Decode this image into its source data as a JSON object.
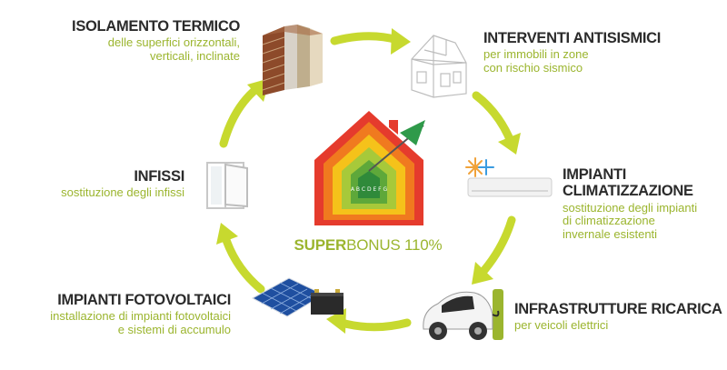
{
  "colors": {
    "accent": "#9bb52e",
    "arrow": "#c7d92f",
    "title": "#2b2b2b"
  },
  "center": {
    "super": "SUPER",
    "rest": "BONUS 110%",
    "energy_letters": "A B C D E F G",
    "icon": "energy-class-house-with-dart"
  },
  "items": {
    "isolamento": {
      "title": "ISOLAMENTO TERMICO",
      "lines": [
        "delle superfici orizzontali,",
        "verticali, inclinate"
      ],
      "icon": "wall-insulation-layers-icon"
    },
    "antisismici": {
      "title": "INTERVENTI ANTISISMICI",
      "lines": [
        "per immobili in zone",
        "con rischio sismico"
      ],
      "icon": "house-wireframe-icon"
    },
    "climatizzazione": {
      "title_lines": [
        "IMPIANTI",
        "CLIMATIZZAZIONE"
      ],
      "lines": [
        "sostituzione degli impianti",
        "di climatizzazione",
        "invernale esistenti"
      ],
      "icon": "air-conditioner-icon"
    },
    "ricarica": {
      "title": "INFRASTRUTTURE RICARICA",
      "lines": [
        "per veicoli elettrici"
      ],
      "icon": "electric-car-charging-icon"
    },
    "fotovoltaici": {
      "title": "IMPIANTI FOTOVOLTAICI",
      "lines": [
        "installazione di impianti fotovoltaici",
        "e sistemi di accumulo"
      ],
      "icon": "solar-panel-battery-icon"
    },
    "infissi": {
      "title": "INFISSI",
      "lines": [
        "sostituzione degli infissi"
      ],
      "icon": "window-frame-icon"
    }
  }
}
